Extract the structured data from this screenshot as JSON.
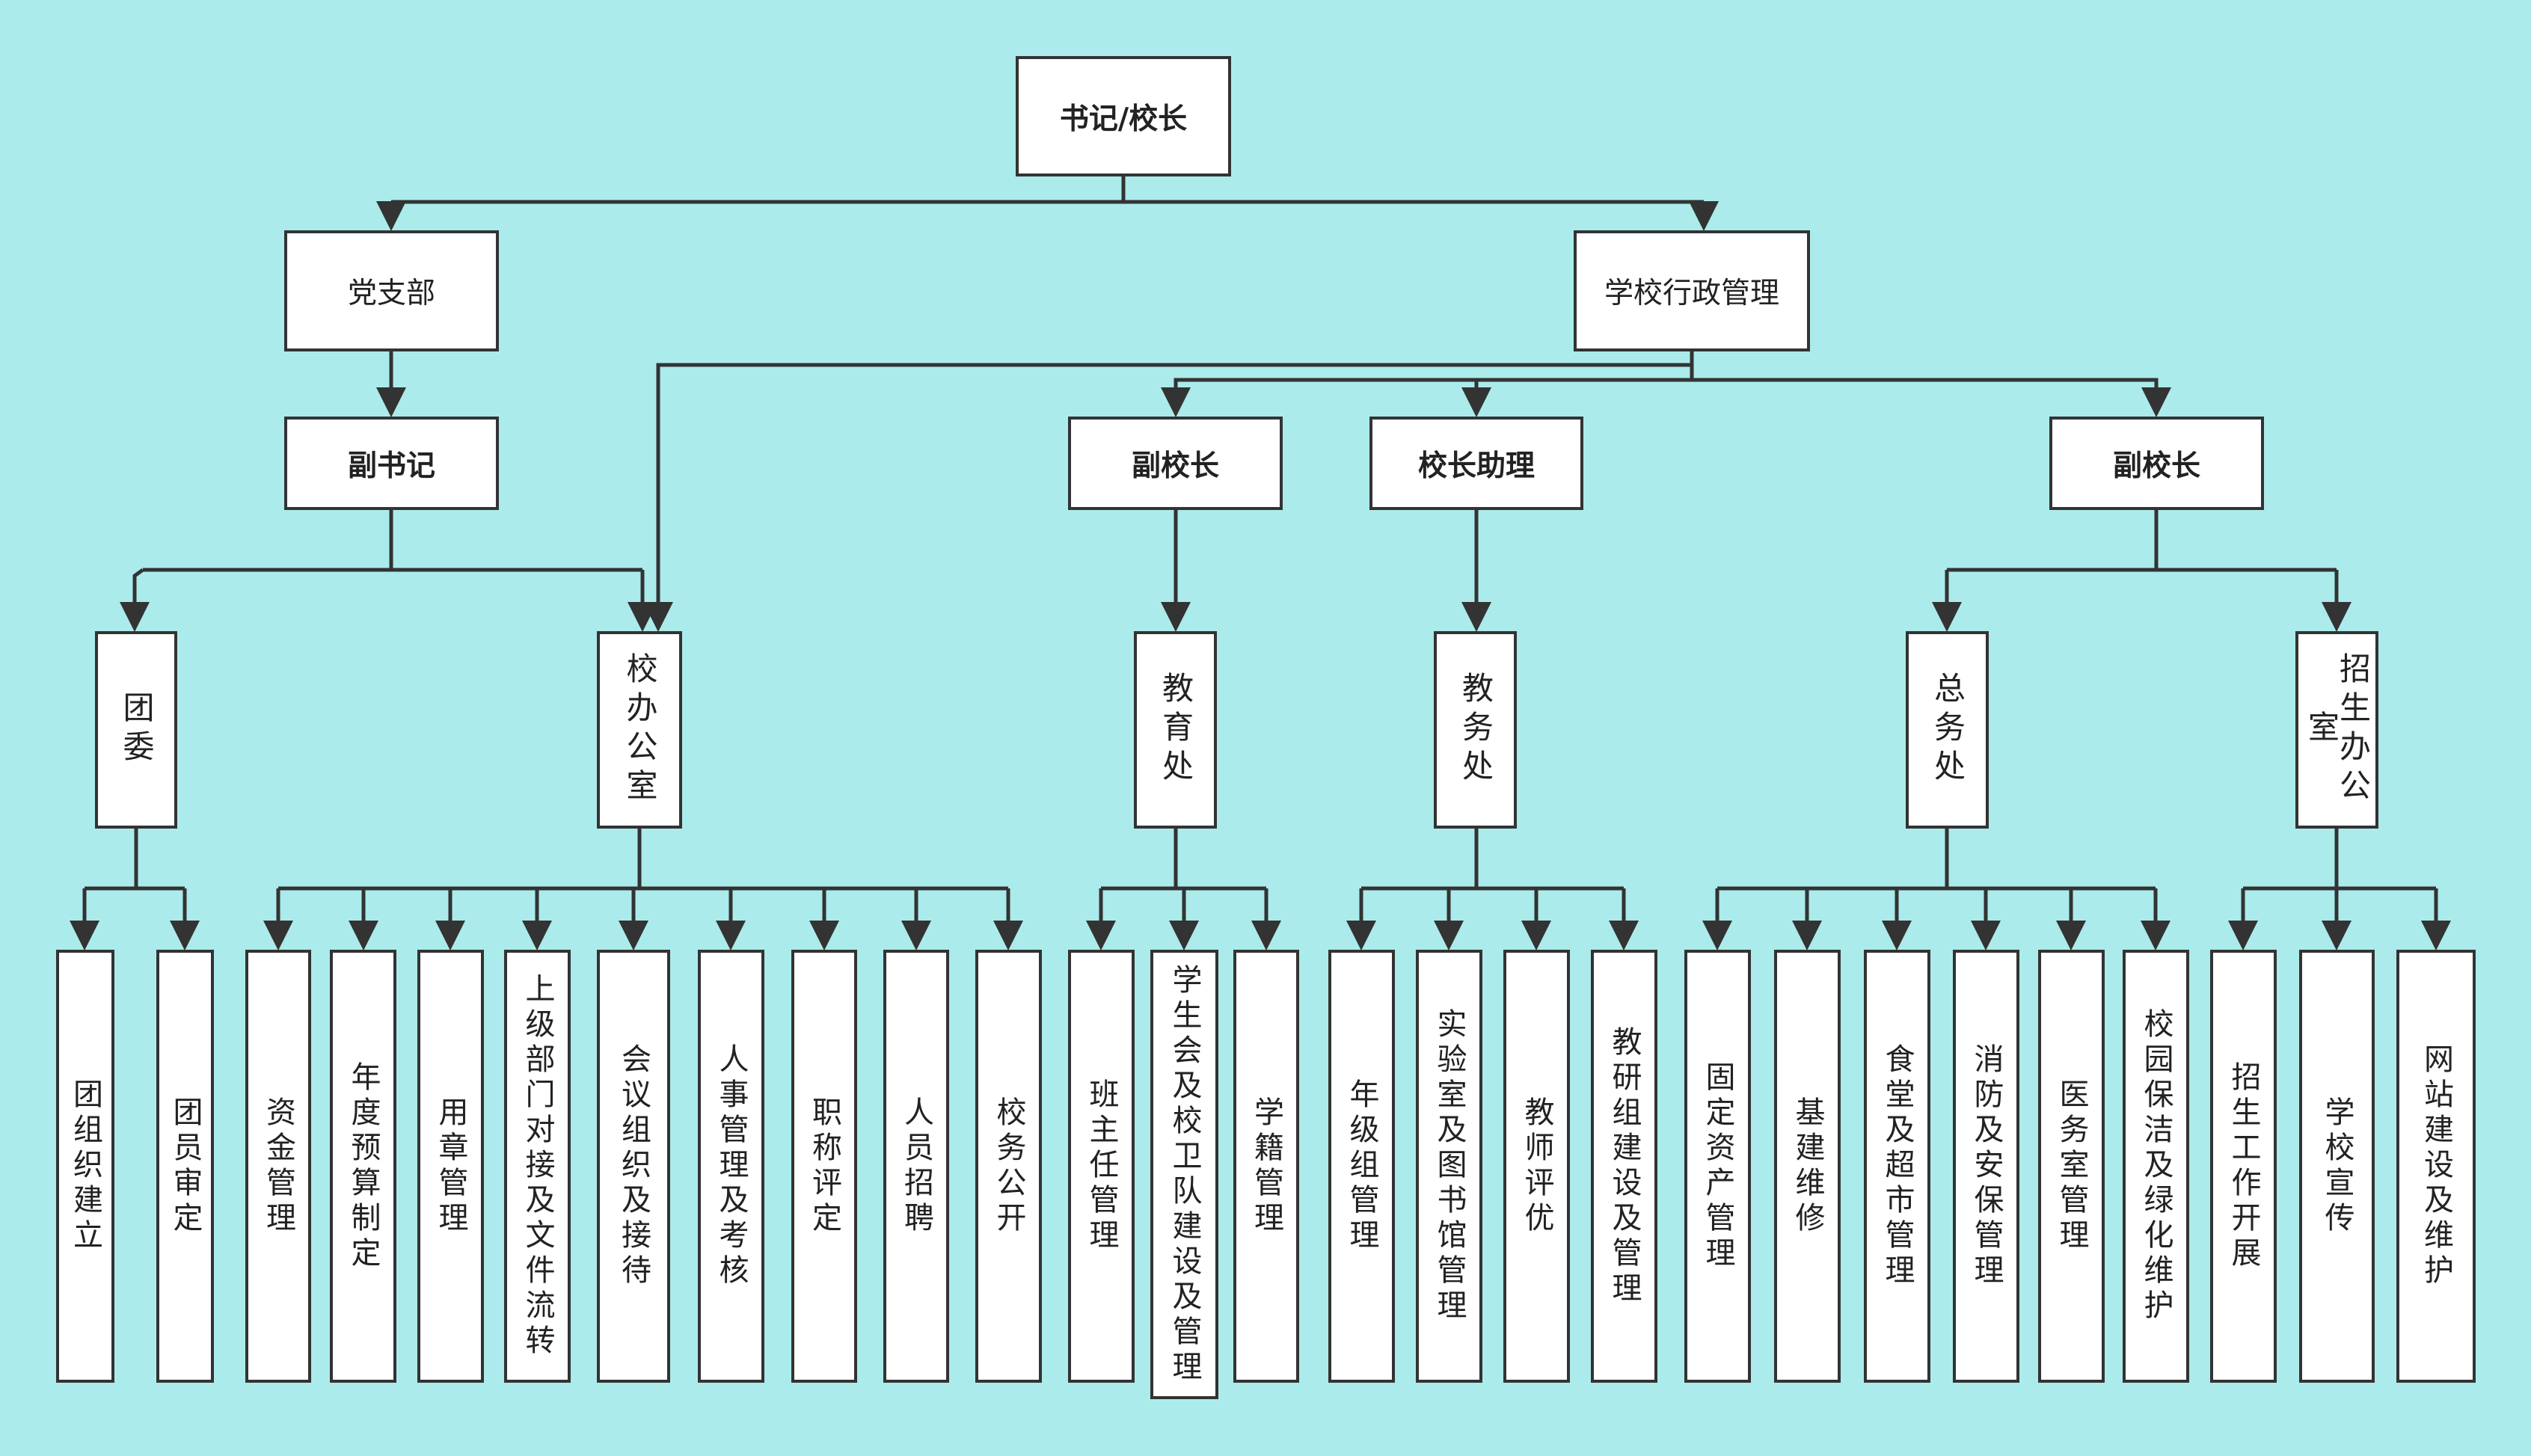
{
  "colors": {
    "background": "#ABEBEB",
    "box_fill": "#ffffff",
    "line": "#333333",
    "text": "#222222"
  },
  "nodes": {
    "root": "书记/校长",
    "party": "党支部",
    "admin": "学校行政管理",
    "deputy_secretary": "副书记",
    "vp1": "副校长",
    "assistant": "校长助理",
    "vp2": "副校长",
    "youth_league": "团委",
    "principal_office": "校办公室",
    "education_office": "教育处",
    "academic_office": "教务处",
    "general_office": "总务处",
    "admissions_office": "招生办公室",
    "leaves": [
      "团组织建立",
      "团员审定",
      "资金管理",
      "年度预算制定",
      "用章管理",
      "上级部门对接及文件流转",
      "会议组织及接待",
      "人事管理及考核",
      "职称评定",
      "人员招聘",
      "校务公开",
      "班主任管理",
      "学生会及校卫队建设及管理",
      "学籍管理",
      "年级组管理",
      "实验室及图书馆管理",
      "教师评优",
      "教研组建设及管理",
      "固定资产管理",
      "基建维修",
      "食堂及超市管理",
      "消防及安保管理",
      "医务室管理",
      "校园保洁及绿化维护",
      "招生工作开展",
      "学校宣传",
      "网站建设及维护"
    ]
  }
}
